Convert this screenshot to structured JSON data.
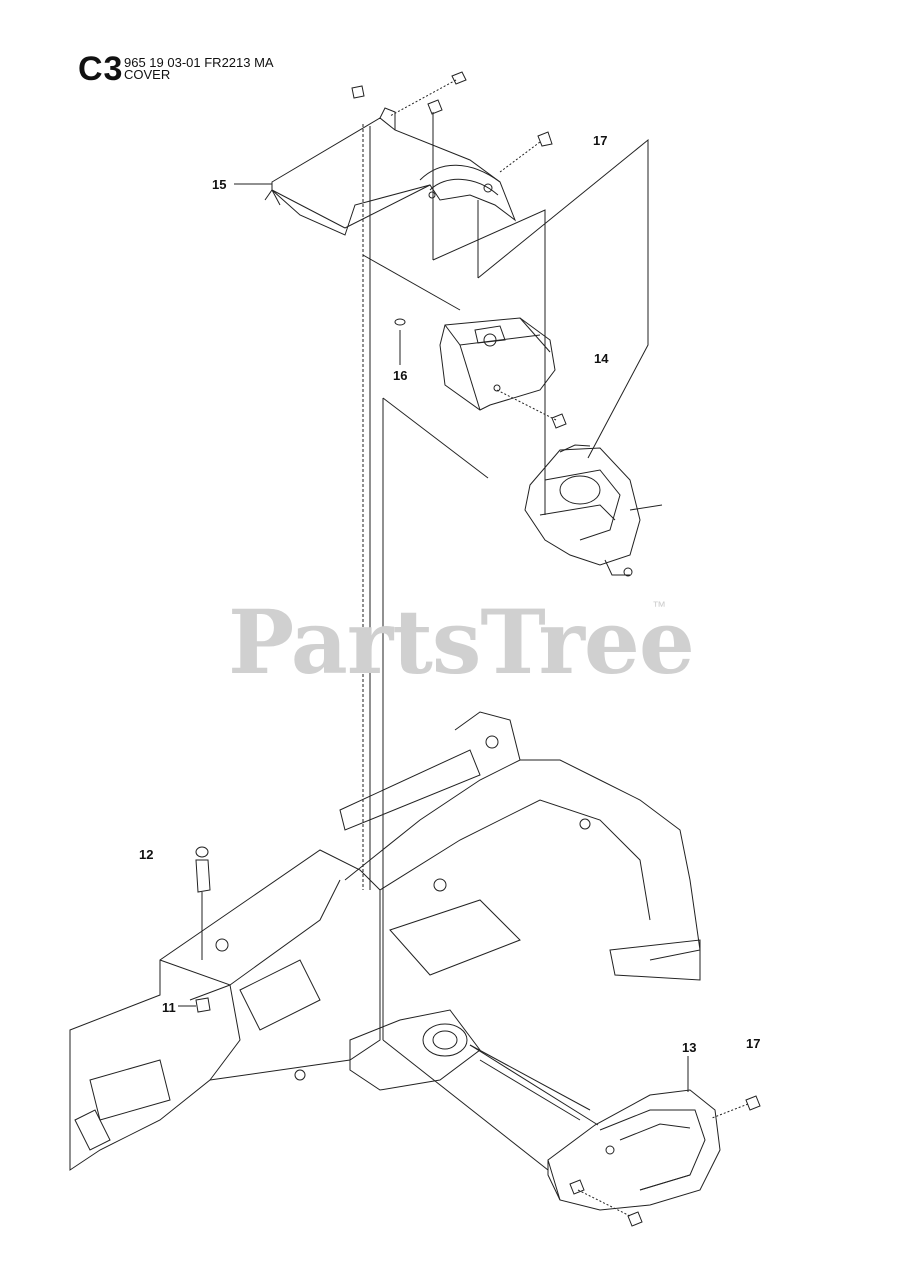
{
  "header": {
    "section_code": "C3",
    "part_number_line": "965 19 03-01 FR2213 MA",
    "section_title": "COVER"
  },
  "watermark": {
    "text": "PartsTree",
    "tm": "™"
  },
  "callouts": {
    "c15": "15",
    "c17_top": "17",
    "c14": "14",
    "c16": "16",
    "c12": "12",
    "c11": "11",
    "c13": "13",
    "c17_bottom": "17"
  },
  "colors": {
    "line": "#222222",
    "watermark": "#d0d0d0",
    "background": "#ffffff"
  }
}
